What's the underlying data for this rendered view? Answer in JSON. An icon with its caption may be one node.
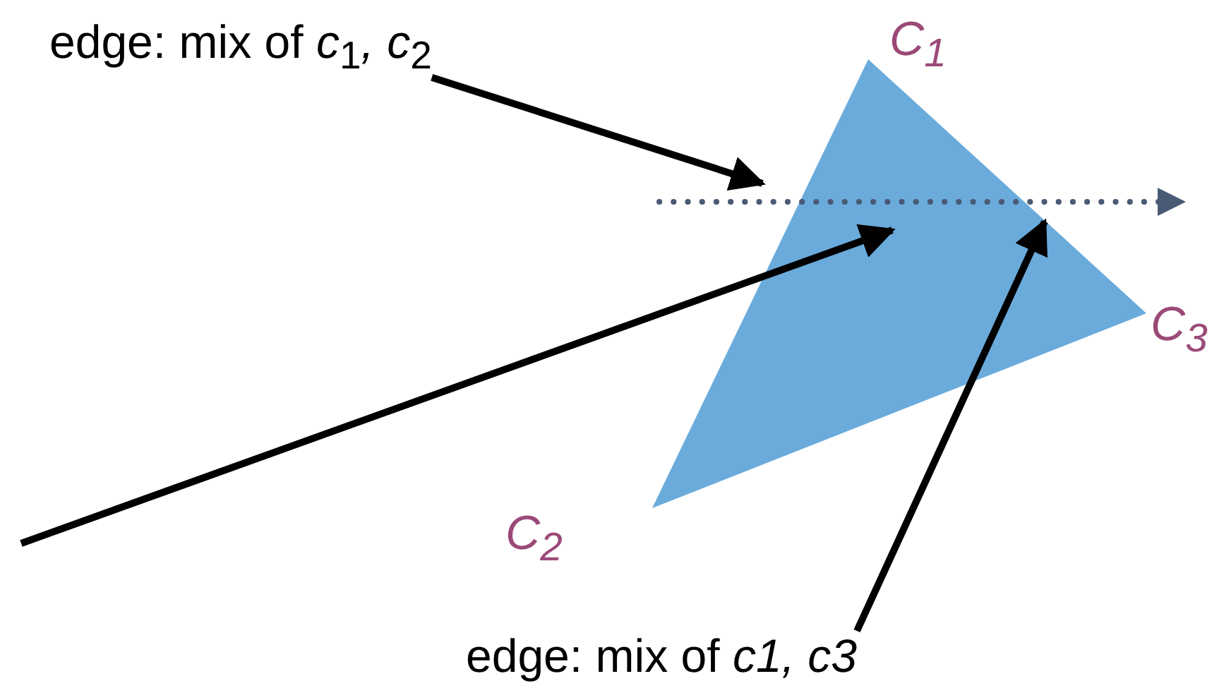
{
  "diagram": {
    "nodes": [
      {
        "text": [
          "edge: mix of *c*$_{1}$*, c*$_{2}$"
        ]
      },
      {
        "text": [],
        "shape": "triangle",
        "beside": [
          "C$_{1}$",
          "C$_{3}$",
          "C$_{2}$"
        ]
      },
      {
        "text": [
          "edge: mix of *c1, c3*"
        ]
      }
    ],
    "edges": [
      {
        "from": 0,
        "to": 1,
        "arrow": "to"
      },
      {
        "from": 2,
        "to": 1,
        "arrow": "to"
      },
      {
        "from": null,
        "to": 1,
        "arrow": "to"
      }
    ]
  }
}
